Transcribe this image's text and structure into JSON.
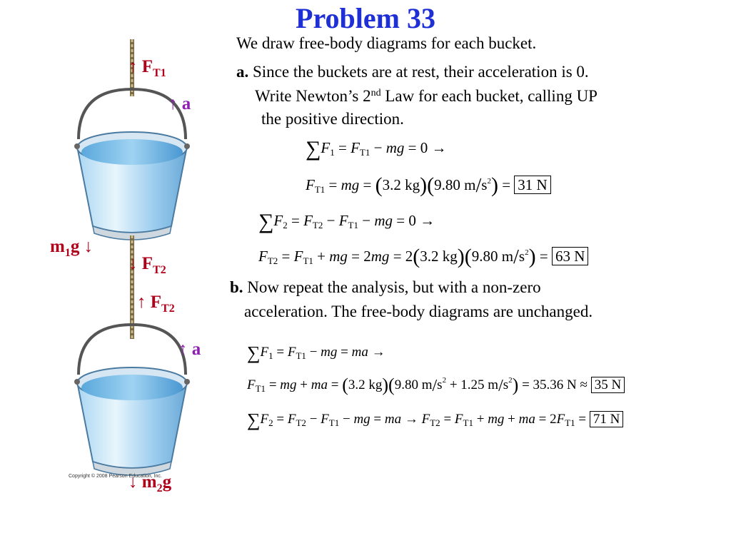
{
  "title": "Problem 33",
  "intro": "We draw free-body diagrams for each bucket.",
  "part_a": {
    "label": "a.",
    "line1": "Since the buckets are at rest, their acceleration is 0.",
    "line2_pre": "Write Newton’s 2",
    "line2_sup": "nd",
    "line2_post": " Law for each bucket, calling UP",
    "line3": "the positive direction."
  },
  "part_b": {
    "label": "b.",
    "line1": "Now repeat the analysis, but with a non-zero",
    "line2": "acceleration.  The free-body diagrams are unchanged."
  },
  "equations": {
    "a1": {
      "f": "F",
      "s1": "1",
      "eq1": " = ",
      "ft": "F",
      "st1": "T1",
      "rest": " − ",
      "mg": "mg",
      "end": " = 0   →"
    },
    "a2": {
      "ft": "F",
      "st1": "T1",
      "eq": " = ",
      "mg": "mg",
      "eq2": " = ",
      "mass": "3.2 kg",
      "g": "9.80 m",
      "s": "s",
      "sq": "2",
      "eq3": " = ",
      "result": "31 N"
    },
    "a3": {
      "f": "F",
      "s2": "2",
      "eq1": " = ",
      "ft2": "F",
      "st2": "T2",
      "minus": " − ",
      "ft1": "F",
      "st1": "T1",
      "minus2": " − ",
      "mg": "mg",
      "end": " = 0   →"
    },
    "a4": {
      "ft2": "F",
      "st2": "T2",
      "eq1": " = ",
      "ft1": "F",
      "st1": "T1",
      "plus": " + ",
      "mg": "mg",
      "eq2": " = 2",
      "mg2": "mg",
      "eq3": " = 2",
      "mass": "3.2 kg",
      "g": "9.80 m",
      "s": "s",
      "sq": "2",
      "eq4": " = ",
      "result": "63 N"
    },
    "b1": {
      "f": "F",
      "s1": "1",
      "eq1": " = ",
      "ft": "F",
      "st1": "T1",
      "minus": " − ",
      "mg": "mg",
      "eq2": " = ",
      "ma": "ma",
      "end": "   →"
    },
    "b2": {
      "ft": "F",
      "st1": "T1",
      "eq1": " = ",
      "mg": "mg",
      "plus": " + ",
      "ma": "ma",
      "eq2": " = ",
      "mass": "3.2 kg",
      "g": "9.80 m",
      "s": "s",
      "sq": "2",
      "plus2": " + 1.25 m",
      "s2": "s",
      "sq2": "2",
      "eq3": " = 35.36 N ≈ ",
      "result": "35 N"
    },
    "b3": {
      "f": "F",
      "s2": "2",
      "eq1": " = ",
      "ft2": "F",
      "st2": "T2",
      "minus": " − ",
      "ft1": "F",
      "st1": "T1",
      "minus2": " − ",
      "mg": "mg",
      "eq2": " = ",
      "ma": "ma",
      "arrow": "   →   ",
      "ft2b": "F",
      "st2b": "T2",
      "eq3": " = ",
      "ft1b": "F",
      "st1b": "T1",
      "plus": " + ",
      "mg2": "mg",
      "plus2": " + ",
      "ma2": "ma",
      "eq4": " = 2",
      "ft1c": "F",
      "st1c": "T1",
      "eq5": " = ",
      "result": "71 N"
    }
  },
  "labels": {
    "ft1": {
      "arrow": "↑",
      "f": "F",
      "sub": "T1"
    },
    "a1": {
      "arrow": "↑",
      "t": "a"
    },
    "m1g": {
      "m": "m",
      "sub": "1",
      "g": "g",
      "arrow": "↓"
    },
    "ft2_down": {
      "arrow": "↓",
      "f": "F",
      "sub": "T2"
    },
    "ft2_up": {
      "arrow": "↑",
      "f": "F",
      "sub": "T2"
    },
    "a2": {
      "arrow": "↑",
      "t": "a"
    },
    "m2g": {
      "arrow": "↓",
      "m": "m",
      "sub": "2",
      "g": "g"
    }
  },
  "copyright": "Copyright © 2008 Pearson Education, Inc.",
  "colors": {
    "title": "#1f2fd6",
    "tension": "#b0001a",
    "accel": "#8f1fb0",
    "water": "#7ec3ea",
    "bucket": "#dde4ea"
  }
}
